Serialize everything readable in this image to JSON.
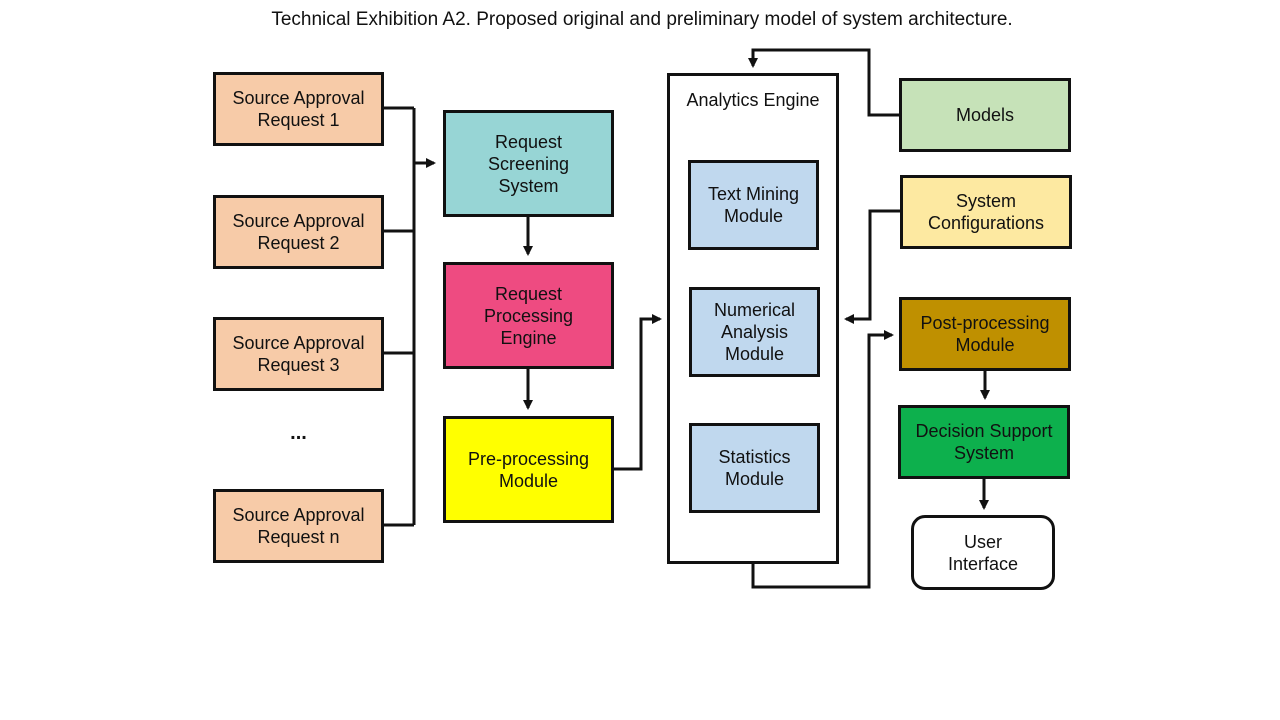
{
  "caption": "Technical Exhibition A2. Proposed original and preliminary model of system architecture.",
  "sources": [
    {
      "label": "Source Approval\nRequest 1"
    },
    {
      "label": "Source Approval\nRequest 2"
    },
    {
      "label": "Source Approval\nRequest 3"
    },
    {
      "label": "Source Approval\nRequest n"
    }
  ],
  "ellipsis": "...",
  "pipeline": {
    "screening": "Request\nScreening\nSystem",
    "processing": "Request\nProcessing\nEngine",
    "preprocessing": "Pre-processing\nModule"
  },
  "analytics_engine": {
    "title": "Analytics Engine",
    "modules": [
      {
        "label": "Text Mining\nModule"
      },
      {
        "label": "Numerical\nAnalysis\nModule"
      },
      {
        "label": "Statistics\nModule"
      }
    ]
  },
  "right_column": {
    "models": "Models",
    "system_configurations": "System\nConfigurations",
    "post_processing": "Post-processing\nModule",
    "decision_support": "Decision Support\nSystem",
    "user_interface": "User\nInterface"
  },
  "colors": {
    "source": "#f7cba8",
    "screening": "#97d5d5",
    "processing": "#ee4b81",
    "preprocessing": "#ffff00",
    "analytics_module": "#c0d8ee",
    "models": "#c6e2b8",
    "system_configurations": "#fde9a1",
    "post_processing": "#bf9000",
    "decision_support": "#0db04d",
    "user_interface": "#ffffff"
  }
}
